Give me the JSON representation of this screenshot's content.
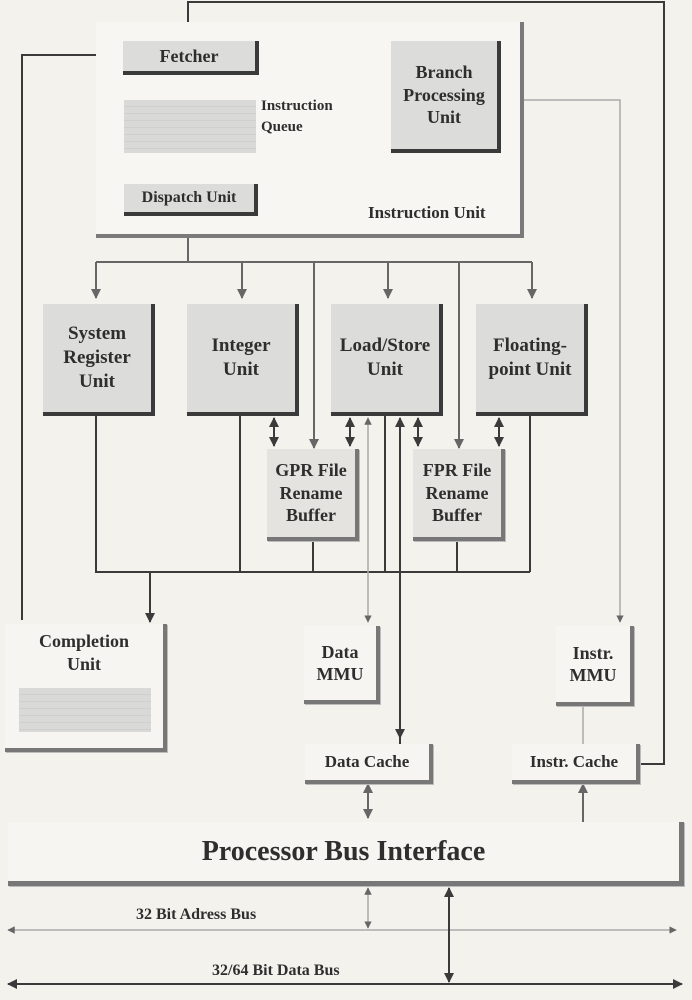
{
  "diagram": {
    "instruction_unit": {
      "label": "Instruction Unit",
      "fetcher": "Fetcher",
      "branch_unit": [
        "Branch",
        "Processing",
        "Unit"
      ],
      "instruction_queue": [
        "Instruction",
        "Queue"
      ],
      "dispatch_unit": "Dispatch Unit"
    },
    "execution_units": {
      "system_register": [
        "System",
        "Register",
        "Unit"
      ],
      "integer": [
        "Integer",
        "Unit"
      ],
      "load_store": [
        "Load/Store",
        "Unit"
      ],
      "floating_point": [
        "Floating-",
        "point Unit"
      ]
    },
    "rename_buffers": {
      "gpr": [
        "GPR File",
        "Rename",
        "Buffer"
      ],
      "fpr": [
        "FPR File",
        "Rename",
        "Buffer"
      ]
    },
    "completion_unit": [
      "Completion",
      "Unit"
    ],
    "data_mmu": [
      "Data",
      "MMU"
    ],
    "instr_mmu": [
      "Instr.",
      "MMU"
    ],
    "data_cache": "Data Cache",
    "instr_cache": "Instr. Cache",
    "bus_interface": "Processor Bus Interface",
    "address_bus": "32 Bit Adress Bus",
    "data_bus": "32/64 Bit Data Bus"
  }
}
